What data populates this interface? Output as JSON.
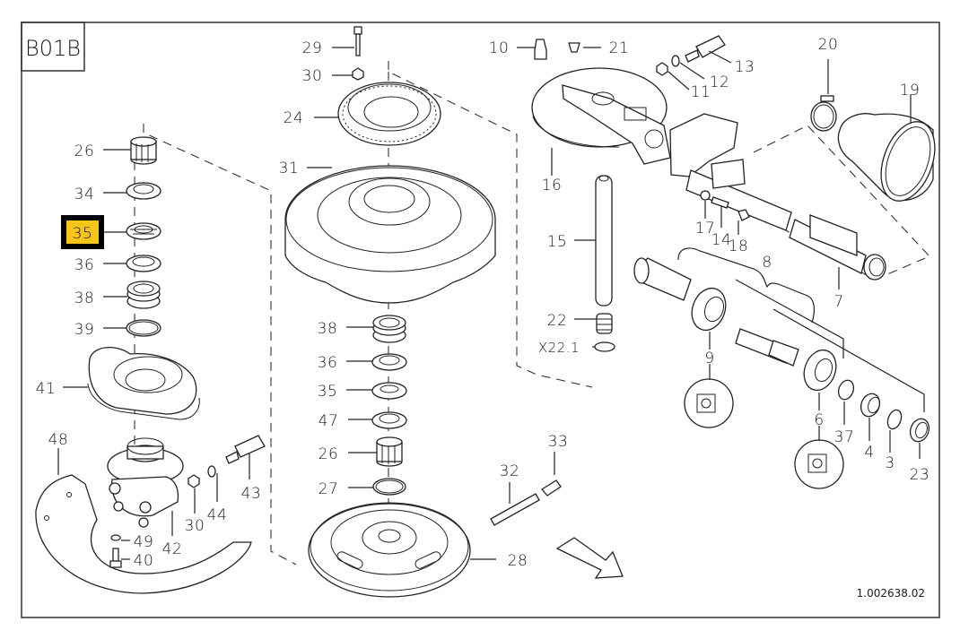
{
  "diagram": {
    "section_code": "B01B",
    "drawing_number": "1.002638.02",
    "highlight_color": "#f5c518",
    "highlighted_part": "35",
    "callouts": {
      "c26a": "26",
      "c34": "34",
      "c35a": "35",
      "c36a": "36",
      "c38a": "38",
      "c39": "39",
      "c41": "41",
      "c48": "48",
      "c49": "49",
      "c40": "40",
      "c42": "42",
      "c30b": "30",
      "c44": "44",
      "c43": "43",
      "c29": "29",
      "c30a": "30",
      "c24": "24",
      "c31": "31",
      "c38b": "38",
      "c36b": "36",
      "c35b": "35",
      "c47": "47",
      "c26b": "26",
      "c27": "27",
      "c28": "28",
      "c32": "32",
      "c33": "33",
      "c10": "10",
      "c21": "21",
      "c13": "13",
      "c12": "12",
      "c11": "11",
      "c16": "16",
      "c15": "15",
      "c22": "22",
      "cX221": "X22.1",
      "c20": "20",
      "c19": "19",
      "c17": "17",
      "c14": "14",
      "c18": "18",
      "c8": "8",
      "c7": "7",
      "c9": "9",
      "c6": "6",
      "c37": "37",
      "c4": "4",
      "c3": "3",
      "c23": "23"
    }
  }
}
